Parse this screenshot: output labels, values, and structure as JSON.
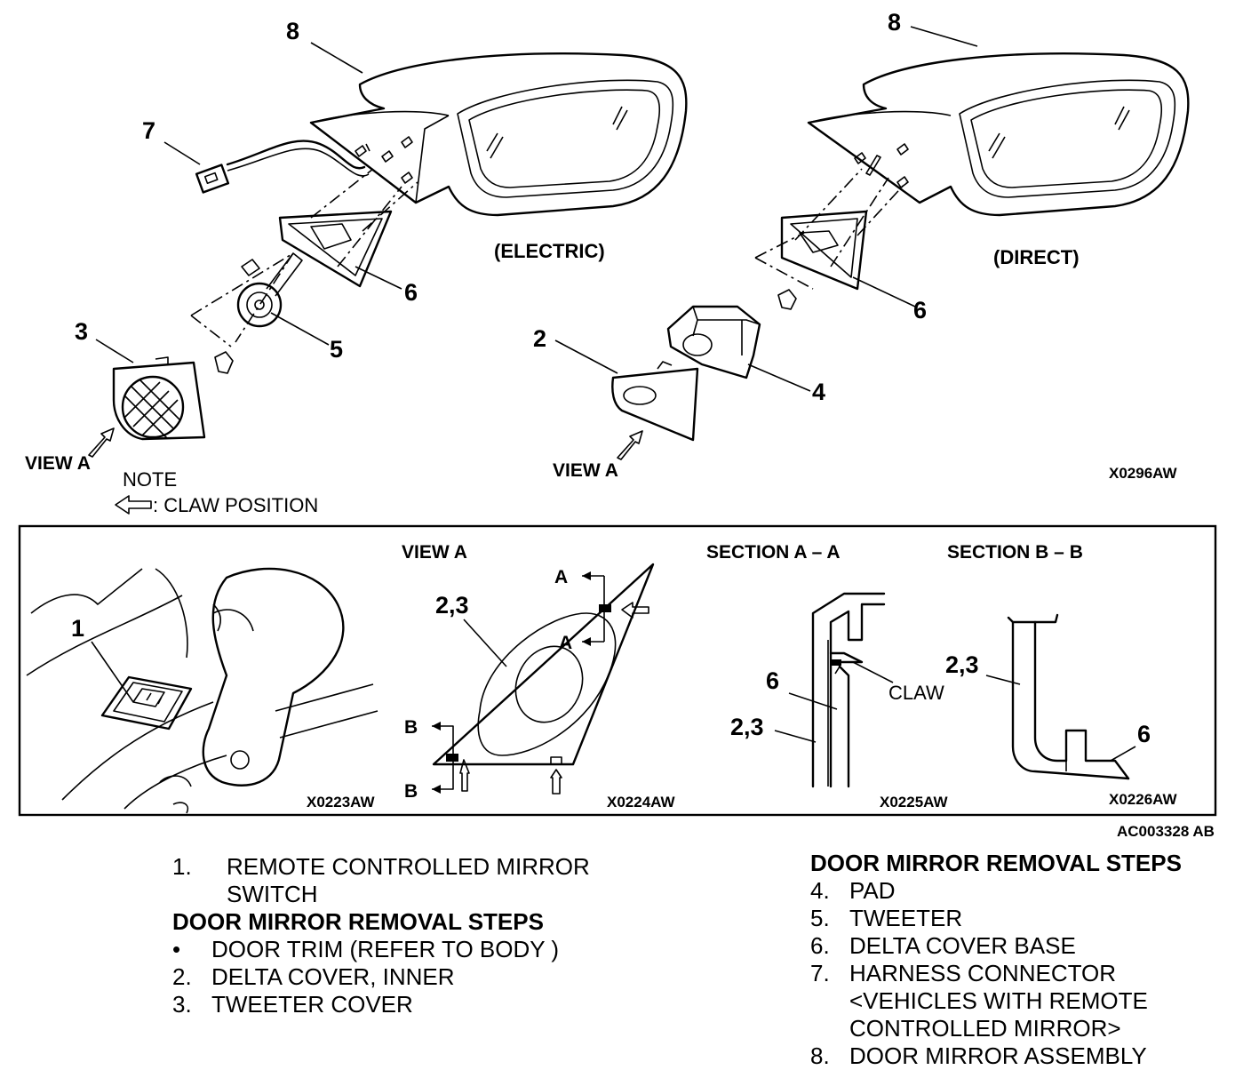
{
  "top_diagram": {
    "variant_labels": [
      "(ELECTRIC)",
      "(DIRECT)"
    ],
    "view_label": "VIEW A",
    "note_title": "NOTE",
    "note_text": ": CLAW POSITION",
    "figure_code": "X0296AW",
    "callouts_electric": [
      "8",
      "7",
      "6",
      "5",
      "3"
    ],
    "callouts_direct": [
      "8",
      "6",
      "2",
      "4"
    ]
  },
  "detail_panel": {
    "view_a_title": "VIEW A",
    "section_aa_title": "SECTION A – A",
    "section_bb_title": "SECTION B – B",
    "callout_1": "1",
    "callout_23": "2,3",
    "callout_6": "6",
    "label_a": "A",
    "label_b": "B",
    "claw_label": "CLAW",
    "codes": [
      "X0223AW",
      "X0224AW",
      "X0225AW",
      "X0226AW"
    ]
  },
  "figure_id": "AC003328 AB",
  "legend_left": {
    "item1_num": "1.",
    "item1_line1": "REMOTE CONTROLLED MIRROR",
    "item1_line2": "SWITCH",
    "heading": "DOOR MIRROR REMOVAL STEPS",
    "steps": [
      {
        "num": "•",
        "text": "DOOR TRIM (REFER TO BODY )"
      },
      {
        "num": "2.",
        "text": "DELTA COVER, INNER"
      },
      {
        "num": "3.",
        "text": "TWEETER COVER"
      }
    ]
  },
  "legend_right": {
    "heading": "DOOR MIRROR REMOVAL STEPS",
    "steps": [
      {
        "num": "4.",
        "lines": [
          "PAD"
        ]
      },
      {
        "num": "5.",
        "lines": [
          "TWEETER"
        ]
      },
      {
        "num": "6.",
        "lines": [
          "DELTA COVER BASE"
        ]
      },
      {
        "num": "7.",
        "lines": [
          "HARNESS CONNECTOR",
          "<VEHICLES WITH REMOTE",
          "CONTROLLED MIRROR>"
        ]
      },
      {
        "num": "8.",
        "lines": [
          "DOOR MIRROR ASSEMBLY"
        ]
      }
    ]
  }
}
